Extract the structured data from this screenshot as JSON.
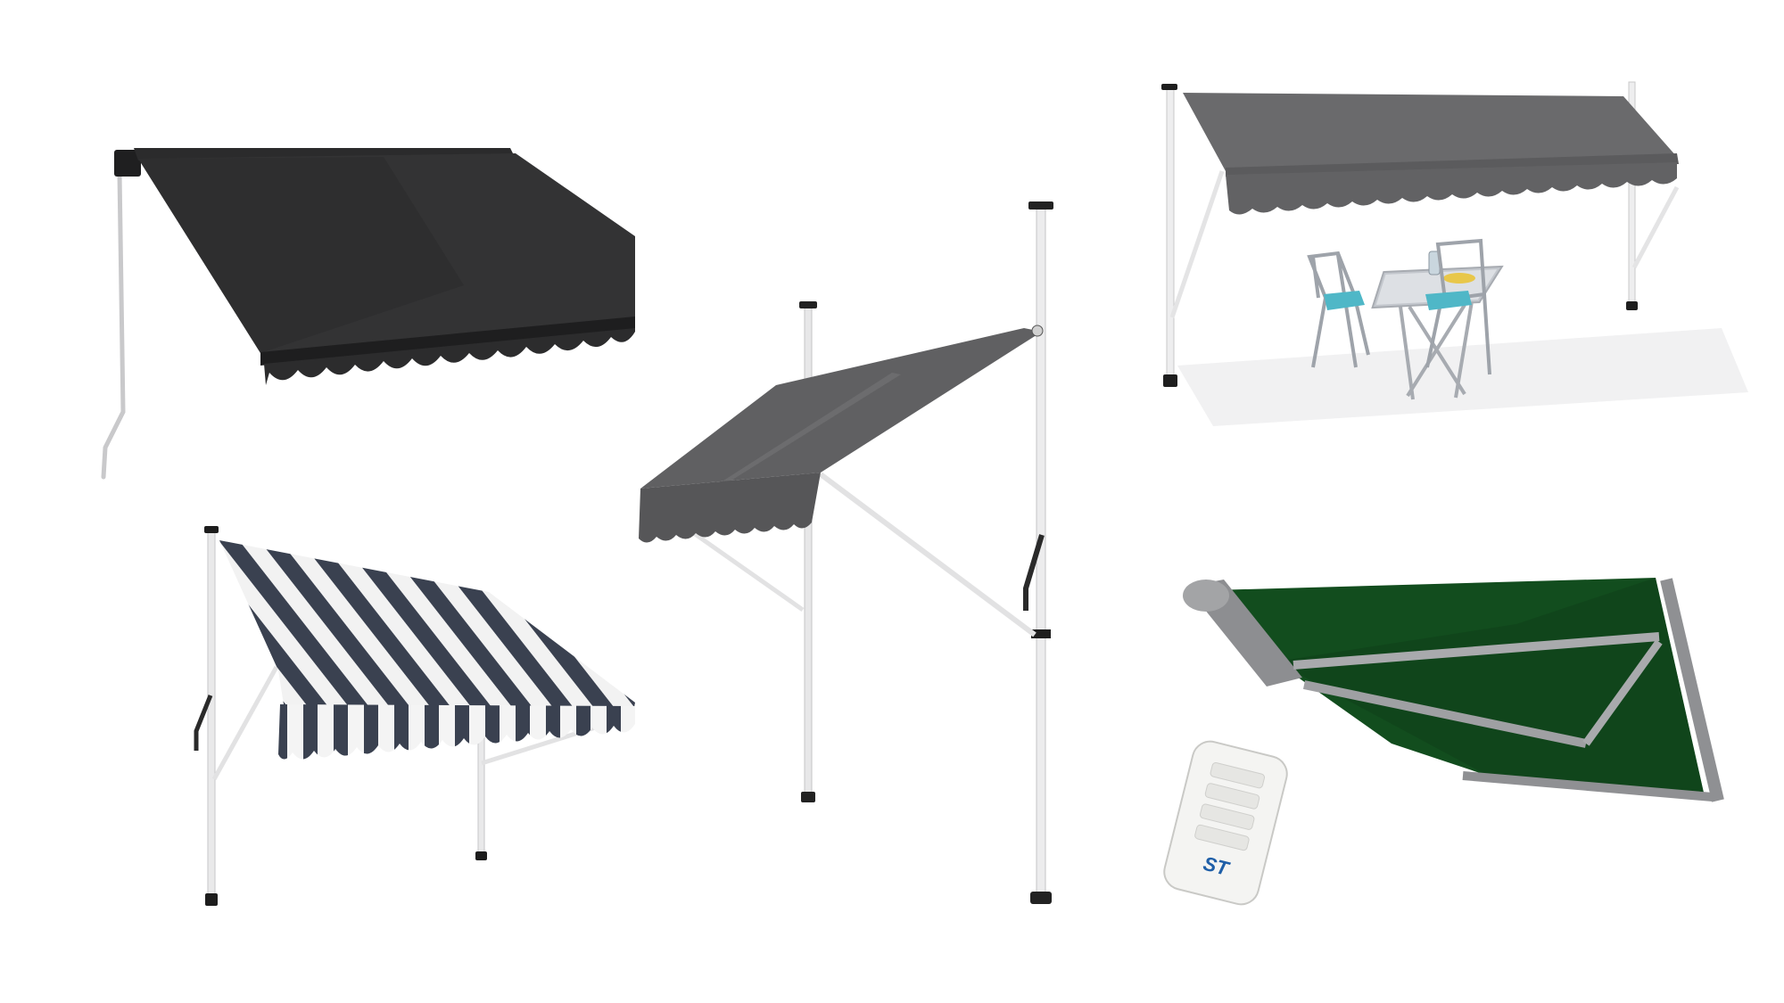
{
  "image": {
    "background": "#ffffff",
    "subjects": [
      {
        "name": "retractable-awning-dark-grey",
        "fabric_color": "#2e2e2f"
      },
      {
        "name": "clamp-awning-grey-floor-to-ceiling",
        "fabric_color": "#5e5e60"
      },
      {
        "name": "clamp-awning-grey-with-bistro-set",
        "fabric_color": "#6a6a6c"
      },
      {
        "name": "striped-clamp-awning",
        "stripe_colors": [
          "#3a4150",
          "#f2f2f2"
        ]
      },
      {
        "name": "motorized-cassette-awning-green",
        "fabric_color": "#124d1e"
      },
      {
        "name": "remote-control",
        "body_color": "#f4f4f2"
      }
    ],
    "remote_logo_text": "ST",
    "accent": {
      "frame": "#9a9b9d",
      "pole": "#e9e9ea",
      "chair_seat": "#4fb7c7"
    }
  }
}
